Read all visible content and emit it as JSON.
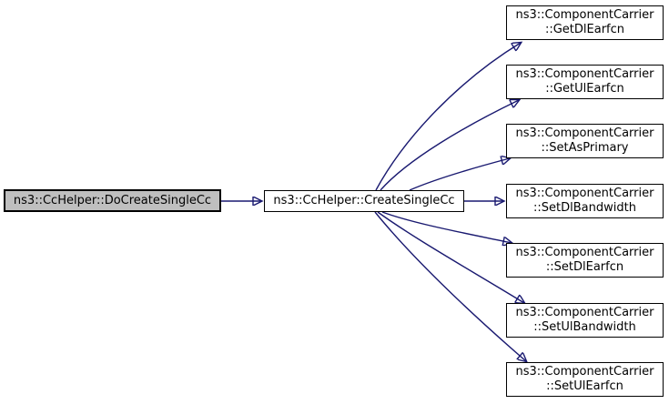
{
  "graph": {
    "type": "doxygen-call-graph",
    "colors": {
      "edge": "#191970",
      "node_border": "#000000",
      "node_fill": "#ffffff",
      "highlight_fill": "#bfbfbf",
      "background": "#ffffff",
      "text": "#000000"
    },
    "caller": {
      "label": "ns3::CcHelper::DoCreateSingleCc",
      "highlighted": true
    },
    "center": {
      "label": "ns3::CcHelper::CreateSingleCc"
    },
    "callees": [
      {
        "line1": "ns3::ComponentCarrier",
        "line2": "::GetDlEarfcn"
      },
      {
        "line1": "ns3::ComponentCarrier",
        "line2": "::GetUlEarfcn"
      },
      {
        "line1": "ns3::ComponentCarrier",
        "line2": "::SetAsPrimary"
      },
      {
        "line1": "ns3::ComponentCarrier",
        "line2": "::SetDlBandwidth"
      },
      {
        "line1": "ns3::ComponentCarrier",
        "line2": "::SetDlEarfcn"
      },
      {
        "line1": "ns3::ComponentCarrier",
        "line2": "::SetUlBandwidth"
      },
      {
        "line1": "ns3::ComponentCarrier",
        "line2": "::SetUlEarfcn"
      }
    ]
  }
}
